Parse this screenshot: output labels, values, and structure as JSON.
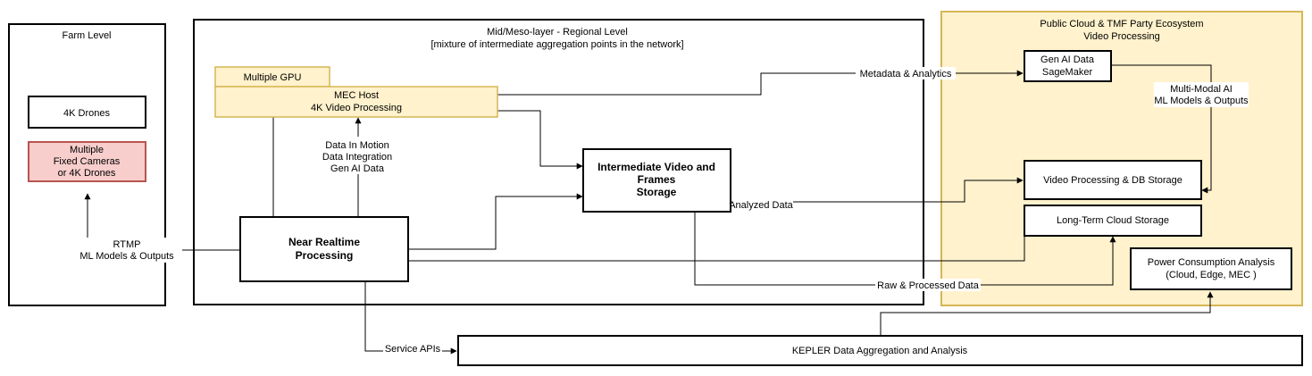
{
  "colors": {
    "gpu_fill": "#fff2cc",
    "gpu_stroke": "#d6b656",
    "cloud_fill": "#fff2cc",
    "cloud_stroke": "#d6b656",
    "cameras_fill": "#f8cecc",
    "cameras_stroke": "#b85450"
  },
  "farm": {
    "title": "Farm Level",
    "drones": "4K Drones",
    "cameras": [
      "Multiple",
      "Fixed Cameras",
      "or 4K Drones"
    ]
  },
  "regional": {
    "title": [
      "Mid/Meso-layer - Regional Level",
      "[mixture of  intermediate aggregation points in the network]"
    ],
    "gpu": "Multiple GPU",
    "mec": [
      "MEC Host",
      "4K Video Processing"
    ],
    "nrt": [
      "Near Realtime",
      "Processing"
    ],
    "storage": [
      "Intermediate Video and",
      "Frames",
      "Storage"
    ]
  },
  "cloud": {
    "title": [
      "Public Cloud & TMF Party Ecosystem",
      "Video Processing"
    ],
    "genai": [
      "Gen AI Data",
      "SageMaker"
    ],
    "vpdb": "Video Processing & DB Storage",
    "ltcs": "Long-Term Cloud Storage",
    "power": [
      "Power Consumption Analysis",
      "(Cloud, Edge, MEC )"
    ]
  },
  "kepler": "KEPLER Data Aggregation and Analysis",
  "edges": {
    "rtmp": [
      "RTMP",
      "ML Models & Outputs"
    ],
    "data_in_motion": [
      "Data In Motion",
      "Data Integration",
      "Gen AI Data"
    ],
    "metadata": "Metadata & Analytics",
    "multimodal": [
      "Multi-Modal AI",
      "ML Models & Outputs"
    ],
    "analyzed": "Analyzed Data",
    "raw_processed": "Raw & Processed Data",
    "service_apis": "Service APIs"
  }
}
